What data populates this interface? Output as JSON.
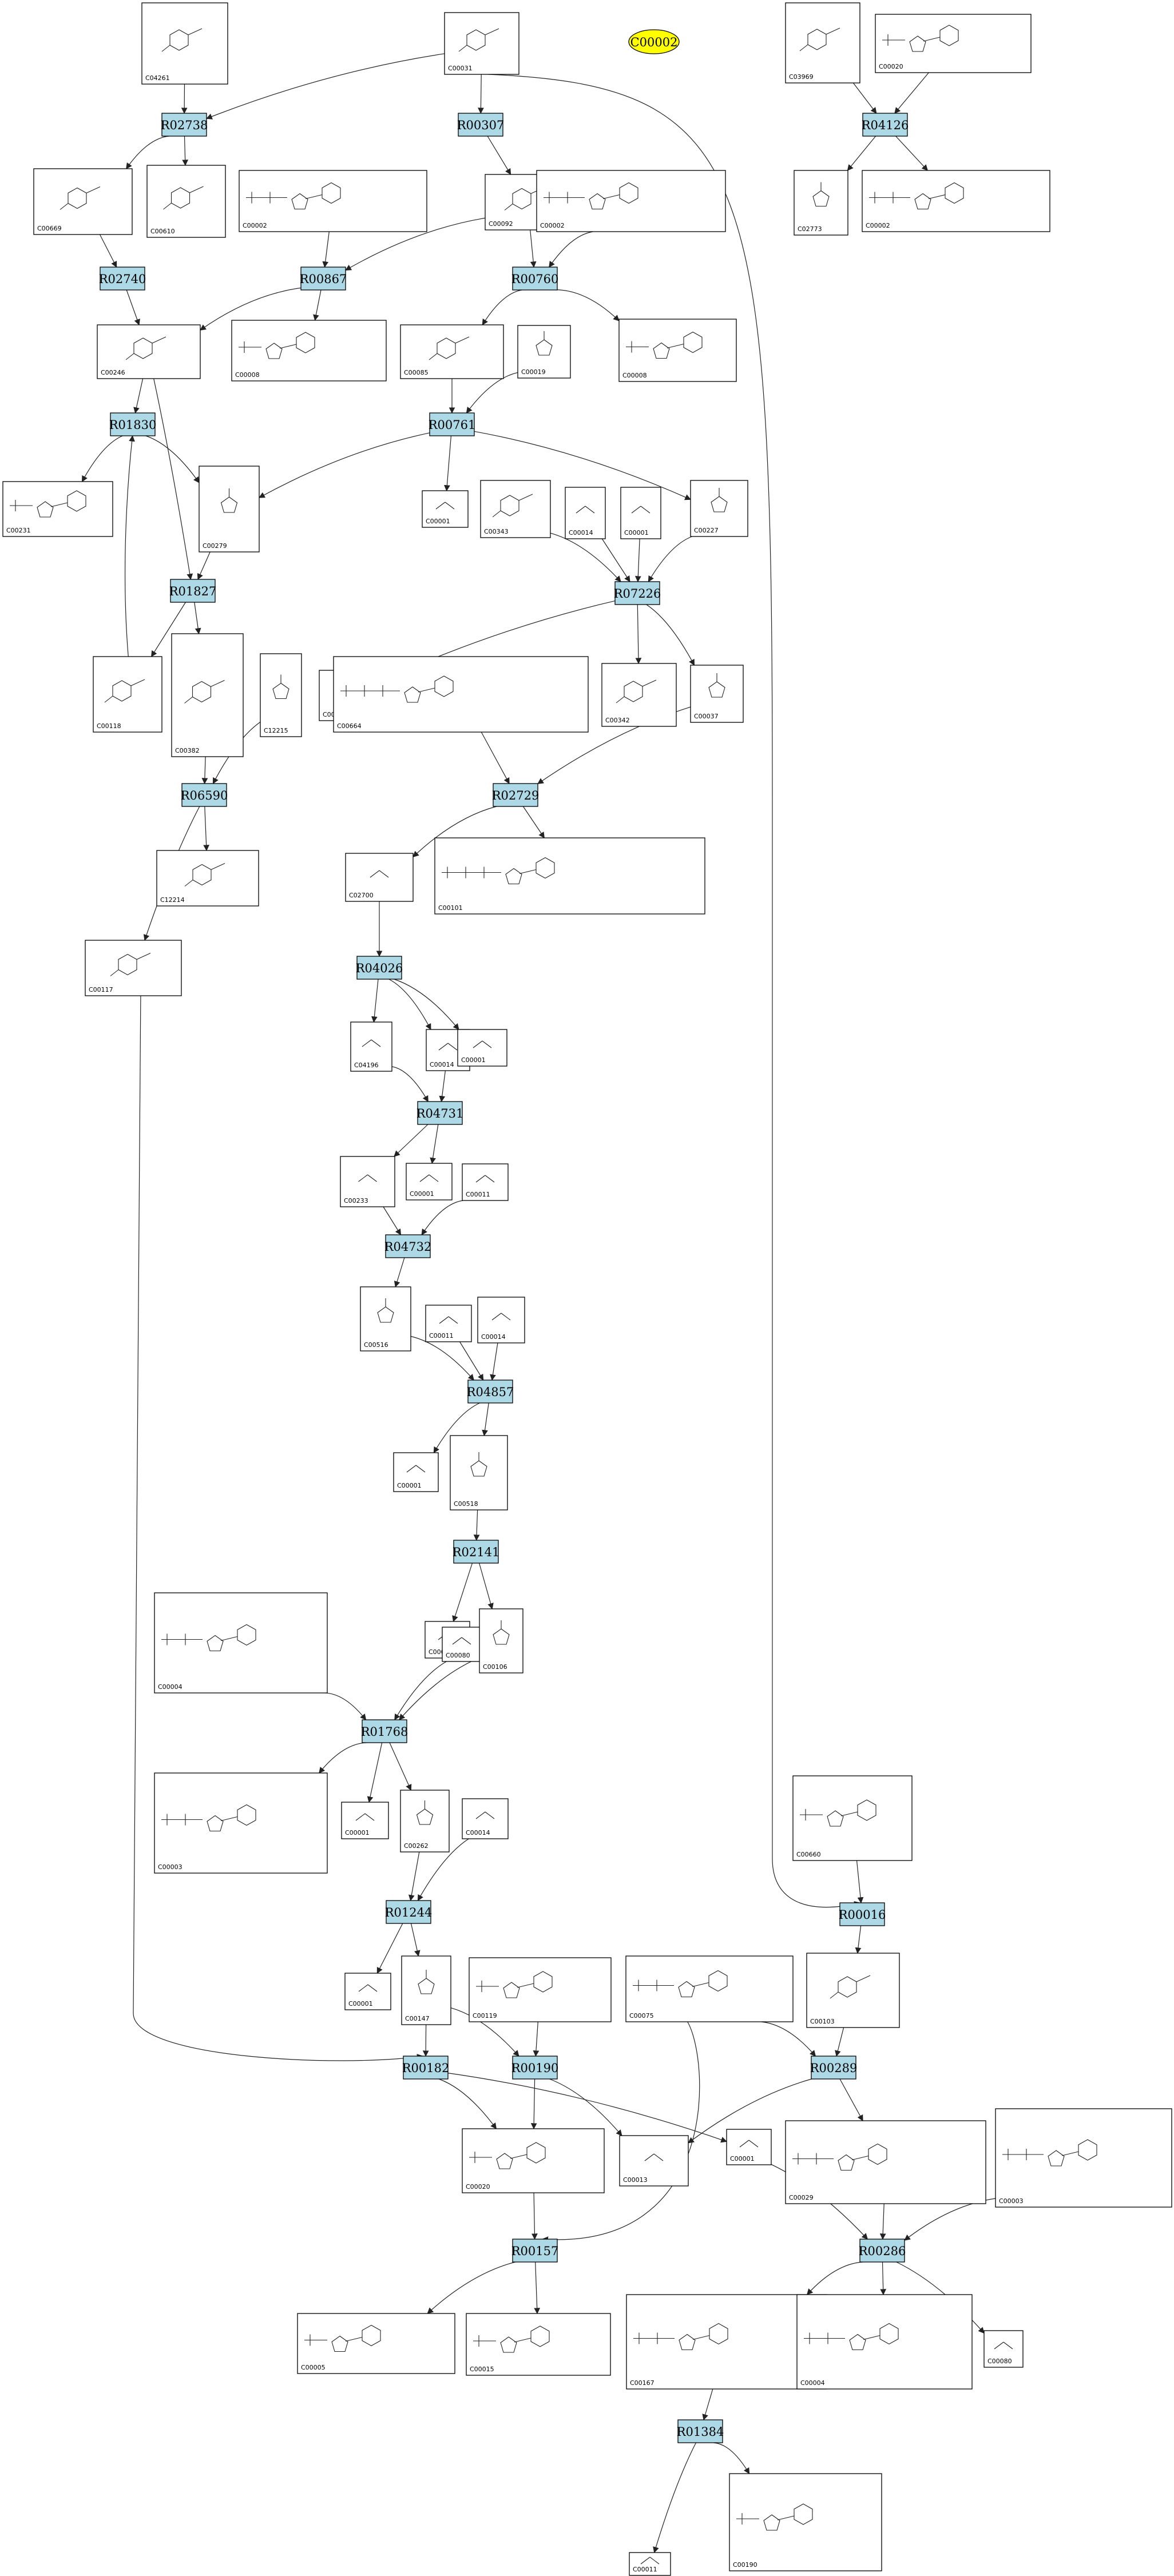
{
  "legend": {
    "highlight": "C00002",
    "highlight_color": "#ffff00"
  },
  "colors": {
    "reaction_fill": "#add8e6",
    "compound_fill": "#ffffff",
    "edge": "#222222"
  },
  "reactions": [
    "R02738",
    "R00307",
    "R04126",
    "R02740",
    "R00867",
    "R00760",
    "R01830",
    "R00761",
    "R07226",
    "R01827",
    "R06590",
    "R02729",
    "R04026",
    "R04731",
    "R04732",
    "R04857",
    "R02141",
    "R01768",
    "R00016",
    "R01244",
    "R00182",
    "R00190",
    "R00289",
    "R00286",
    "R00157",
    "R01384"
  ],
  "compounds": [
    "C04261",
    "C00031",
    "C03969",
    "C00020",
    "C00669",
    "C00610",
    "C00002",
    "C00092",
    "C00002",
    "C02773",
    "C00002",
    "C00246",
    "C00008",
    "C00085",
    "C00019",
    "C00008",
    "C00231",
    "C00279",
    "C00001",
    "C00343",
    "C00014",
    "C00001",
    "C00227",
    "C00009",
    "C00664",
    "C00342",
    "C00037",
    "C00118",
    "C00382",
    "C12215",
    "C12214",
    "C02700",
    "C00101",
    "C00117",
    "C04196",
    "C00014",
    "C00001",
    "C00233",
    "C00001",
    "C00011",
    "C00516",
    "C00011",
    "C00014",
    "C00001",
    "C00518",
    "C00001",
    "C00080",
    "C00106",
    "C00004",
    "C00003",
    "C00001",
    "C00262",
    "C00014",
    "C00660",
    "C00103",
    "C00001",
    "C00147",
    "C00119",
    "C00075",
    "C00020",
    "C00013",
    "C00001",
    "C00029",
    "C00003",
    "C00005",
    "C00015",
    "C00167",
    "C00004",
    "C00080",
    "C00011",
    "C00190"
  ]
}
